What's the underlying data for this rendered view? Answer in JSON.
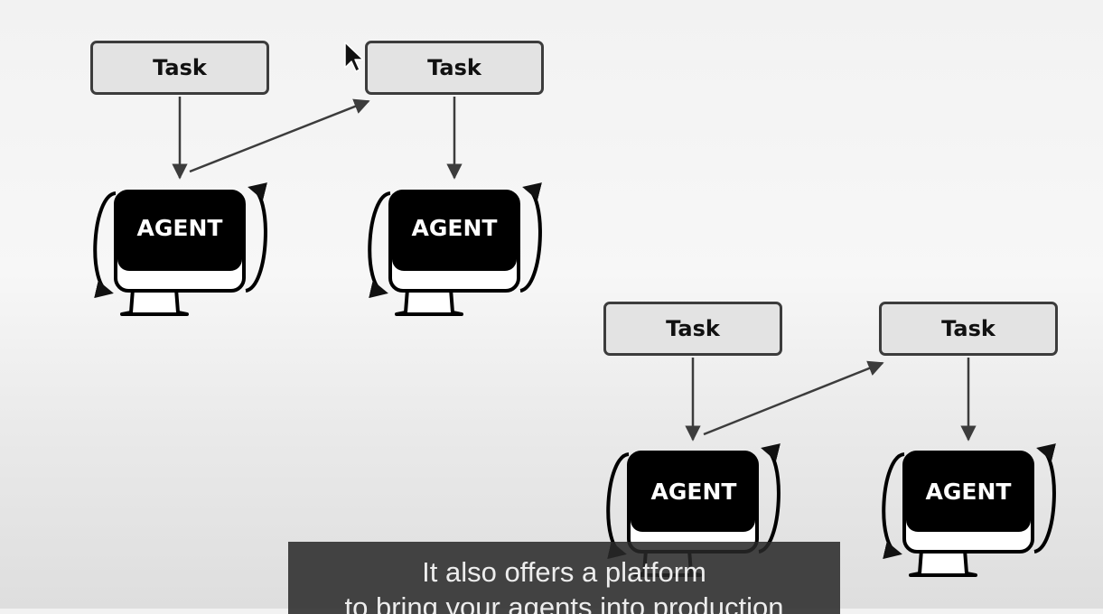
{
  "diagrams": [
    {
      "tasks": [
        "Task",
        "Task"
      ],
      "agents": [
        "AGENT",
        "AGENT"
      ]
    },
    {
      "tasks": [
        "Task",
        "Task"
      ],
      "agents": [
        "AGENT",
        "AGENT"
      ]
    }
  ],
  "caption": {
    "line1": "It also offers a platform",
    "line2": "to bring your agents into production"
  },
  "icons": {
    "agent": "monitor-icon",
    "loop": "cycle-arrows-icon",
    "cursor": "mouse-pointer-icon"
  }
}
